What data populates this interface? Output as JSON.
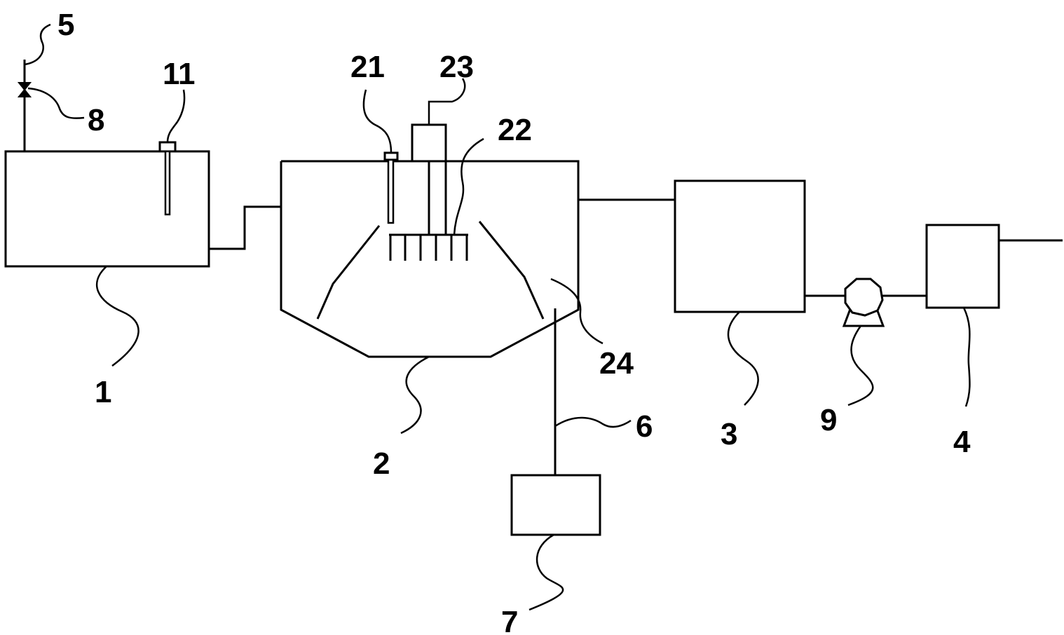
{
  "labels": {
    "l1": "1",
    "l2": "2",
    "l3": "3",
    "l4": "4",
    "l5": "5",
    "l6": "6",
    "l7": "7",
    "l8": "8",
    "l9": "9",
    "l11": "11",
    "l21": "21",
    "l22": "22",
    "l23": "23",
    "l24": "24"
  },
  "colors": {
    "line": "#000000",
    "background": "#ffffff"
  }
}
